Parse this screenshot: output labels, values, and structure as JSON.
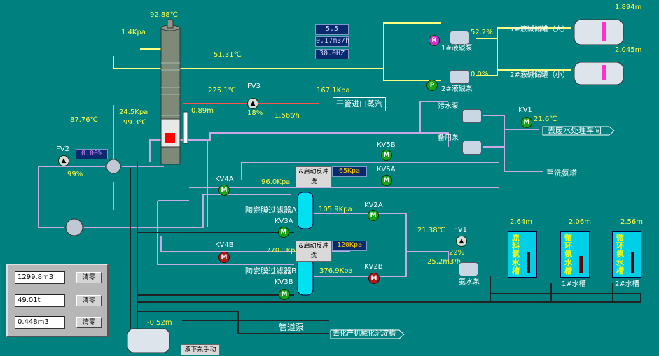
{
  "column": {
    "top_temp": "92.88℃",
    "top_press": "1.4Kpa",
    "mid_temp": "51.31℃",
    "lower_press": "24.5Kpa",
    "lower_temp": "99.3℃",
    "side_temp": "87.76℃"
  },
  "steam": {
    "temp": "225.1℃",
    "level": "0.89m",
    "valve_name": "FV3",
    "valve_pct": "18%",
    "flow": "1.56t/h",
    "press": "167.1Kpa",
    "label": "干管进口蒸汽"
  },
  "displays": {
    "d1": "5.5",
    "d2": "0.17m3/h",
    "d3": "30.0HZ"
  },
  "alkali": {
    "pump1_label": "1#液碱泵",
    "pump1_pct": "52.2%",
    "pump2_label": "2#液碱泵",
    "pump2_pct": "0.0%",
    "tank1_label": "1#液碱储罐（大）",
    "tank1_level": "1.894m",
    "tank2_label": "2#液碱储罐（小）",
    "tank2_level": "2.045m"
  },
  "waste": {
    "pump1": "污水泵",
    "pump2": "备用泵",
    "valve": "KV1",
    "temp": "21.6℃",
    "dest": "去废水处理车间",
    "scrub": "至洗氨塔"
  },
  "fv2": {
    "name": "FV2",
    "value": "0.00%",
    "pct": "99%"
  },
  "valves": {
    "kv4a": "KV4A",
    "kv4b": "KV4B",
    "kv5b": "KV5B",
    "kv5a": "KV5A",
    "kv3a": "KV3A",
    "kv3b": "KV3B",
    "kv2a": "KV2A",
    "kv2b": "KV2B",
    "fv1": "FV1"
  },
  "filter_a": {
    "label": "陶瓷膜过滤器A",
    "in_press": "96.0Kpa",
    "out_press": "105.9Kpa",
    "backwash_btn": "&启动反冲洗",
    "backwash_val": "65Kpa"
  },
  "filter_b": {
    "label": "陶瓷膜过滤器B",
    "in_press": "270.1Kpa",
    "out_press": "376.9Kpa",
    "backwash_btn": "&启动反冲洗",
    "backwash_val": "120Kpa"
  },
  "ammonia": {
    "temp": "21.38℃",
    "pct": "22%",
    "flow": "25.2m3/h",
    "pump": "氨水泵"
  },
  "tanks": [
    {
      "level": "2.64m",
      "text": "原料氨水槽",
      "caption": ""
    },
    {
      "level": "2.06m",
      "text": "循环氨水槽",
      "caption": "1#水槽"
    },
    {
      "level": "2.56m",
      "text": "循环氨水槽",
      "caption": "2#水槽"
    }
  ],
  "bottom": {
    "level": "-0.52m",
    "pump_mode": "液下泵手动",
    "pipe_pump": "管道泵",
    "dest": "去化产机械化沉淀槽"
  },
  "panel": {
    "v1": "1299.8m3",
    "v2": "49.01t",
    "v3": "0.448m3",
    "clear": "清零"
  }
}
